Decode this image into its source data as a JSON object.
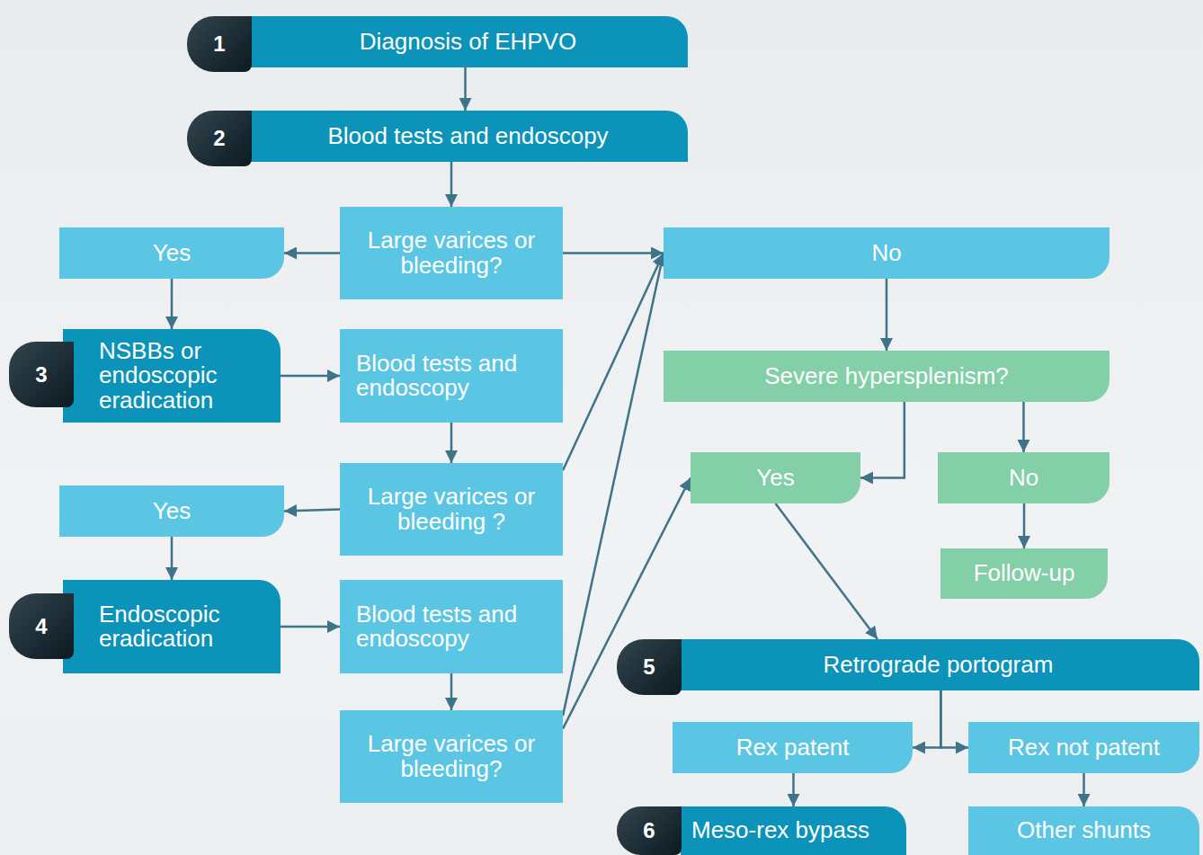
{
  "diagram": {
    "nodes": [
      {
        "text": [
          "Diagnosis of EHPVO"
        ]
      },
      {
        "text": [
          "Blood tests and endoscopy"
        ]
      },
      {
        "text": [
          "Large varices or bleeding?"
        ]
      },
      {
        "text": [
          "Yes"
        ]
      },
      {
        "text": [
          "No"
        ]
      },
      {
        "text": [
          "NSBBs or endoscopic eradication"
        ]
      },
      {
        "text": [
          "Blood tests and endoscopy"
        ]
      },
      {
        "text": [
          "Severe hypersplenism?"
        ]
      },
      {
        "text": [
          "Large varices or bleeding ?"
        ]
      },
      {
        "text": [
          "Yes"
        ]
      },
      {
        "text": [
          "Yes"
        ]
      },
      {
        "text": [
          "No"
        ]
      },
      {
        "text": [
          "Endoscopic eradication"
        ]
      },
      {
        "text": [
          "Blood tests and endoscopy"
        ]
      },
      {
        "text": [
          "Follow-up"
        ]
      },
      {
        "text": [
          "Large varices or bleeding?"
        ]
      },
      {
        "text": [
          "Retrograde portogram"
        ]
      },
      {
        "text": [
          "Rex patent"
        ]
      },
      {
        "text": [
          "Rex not patent"
        ]
      },
      {
        "text": [
          "Meso-rex bypass"
        ]
      },
      {
        "text": [
          "Other shunts"
        ]
      }
    ],
    "edges": [
      {
        "from": 0,
        "to": 1,
        "arrow": "to"
      },
      {
        "from": 1,
        "to": 2,
        "arrow": "to"
      },
      {
        "from": 2,
        "to": 3,
        "arrow": "to"
      },
      {
        "from": 2,
        "to": 4,
        "arrow": "to"
      },
      {
        "from": 3,
        "to": 5,
        "arrow": "to"
      },
      {
        "from": 5,
        "to": 6,
        "arrow": "to"
      },
      {
        "from": 6,
        "to": 8,
        "arrow": "to"
      },
      {
        "from": 8,
        "to": 9,
        "arrow": "to"
      },
      {
        "from": 8,
        "to": 4,
        "arrow": "to"
      },
      {
        "from": 9,
        "to": 12,
        "arrow": "to"
      },
      {
        "from": 12,
        "to": 13,
        "arrow": "to"
      },
      {
        "from": 13,
        "to": 15,
        "arrow": "to"
      },
      {
        "from": 15,
        "to": 4,
        "arrow": "to"
      },
      {
        "from": 15,
        "to": 10,
        "arrow": "to"
      },
      {
        "from": 4,
        "to": 7,
        "arrow": "to"
      },
      {
        "from": 7,
        "to": 10,
        "arrow": "to"
      },
      {
        "from": 7,
        "to": 11,
        "arrow": "to"
      },
      {
        "from": 11,
        "to": 14,
        "arrow": "to"
      },
      {
        "from": 10,
        "to": 16,
        "arrow": "to"
      },
      {
        "from": 16,
        "to": 17,
        "arrow": "to"
      },
      {
        "from": 16,
        "to": 18,
        "arrow": "to"
      },
      {
        "from": 17,
        "to": 19,
        "arrow": "to"
      },
      {
        "from": 18,
        "to": 20,
        "arrow": "to"
      }
    ],
    "labels": [
      "1",
      "2",
      "3",
      "4",
      "5",
      "6"
    ]
  }
}
